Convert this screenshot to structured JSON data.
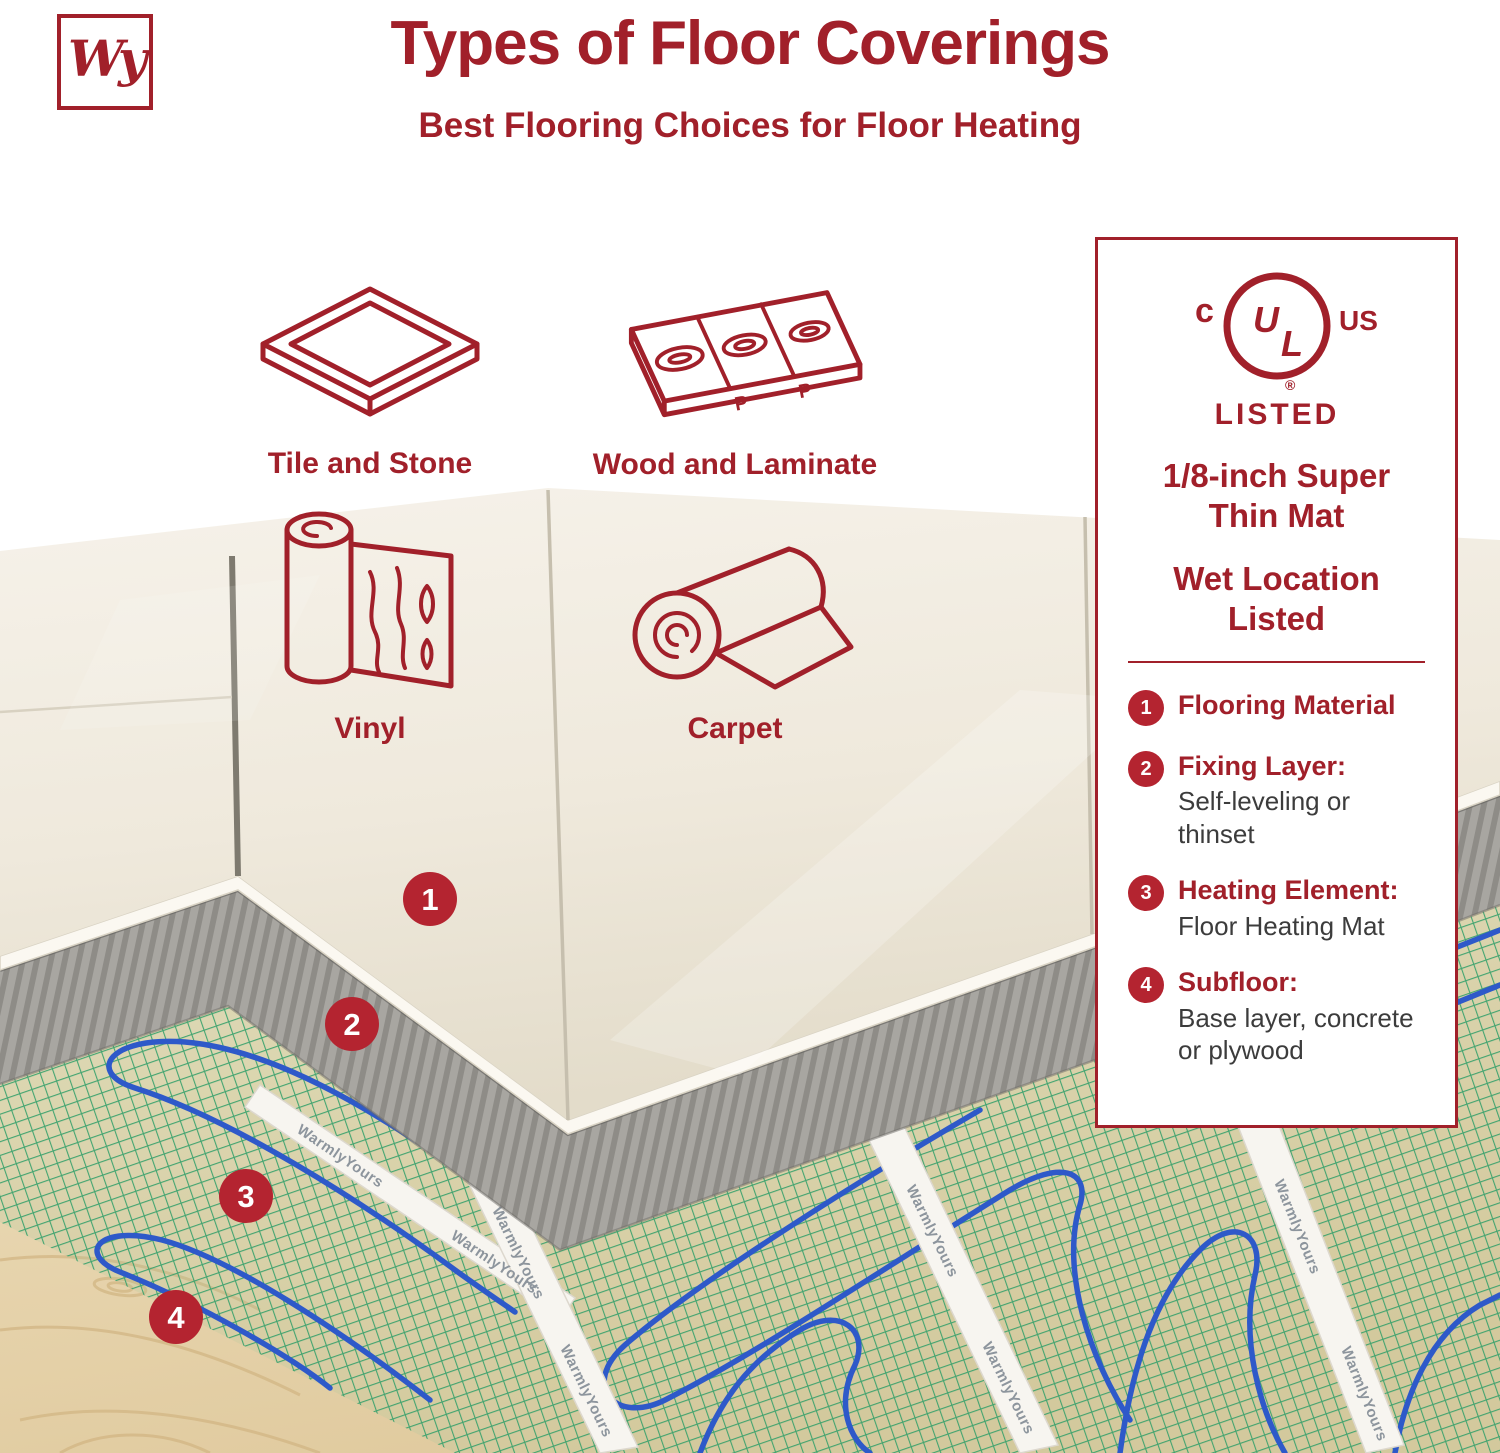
{
  "brand": {
    "monogram": "Wy"
  },
  "header": {
    "title": "Types of Floor Coverings",
    "subtitle": "Best Flooring Choices for Floor Heating"
  },
  "flooring_types": [
    {
      "label": "Tile and Stone"
    },
    {
      "label": "Wood and Laminate"
    },
    {
      "label": "Vinyl"
    },
    {
      "label": "Carpet"
    }
  ],
  "info_panel": {
    "certification": {
      "c": "c",
      "u": "U",
      "l": "L",
      "us": "US",
      "registered": "®",
      "listed": "LISTED"
    },
    "features": [
      "1/8-inch Super Thin Mat",
      "Wet Location Listed"
    ],
    "layers": [
      {
        "num": "1",
        "title": "Flooring Material",
        "desc": ""
      },
      {
        "num": "2",
        "title": "Fixing Layer:",
        "desc": "Self-leveling or thinset"
      },
      {
        "num": "3",
        "title": "Heating Element:",
        "desc": "Floor Heating Mat"
      },
      {
        "num": "4",
        "title": "Subfloor:",
        "desc": "Base layer, concrete or plywood"
      }
    ]
  },
  "diagram": {
    "badges": [
      "1",
      "2",
      "3",
      "4"
    ],
    "mat_brand": "WarmlyYours"
  },
  "colors": {
    "accent": "#A1202A",
    "badge_red": "#B42430",
    "cable_blue": "#2E59C9",
    "mesh_green": "#33A06B",
    "thinset_gray": "#A8A6A1",
    "tile_cream": "#F2EDE2",
    "wood_tan": "#E9D8B0"
  }
}
